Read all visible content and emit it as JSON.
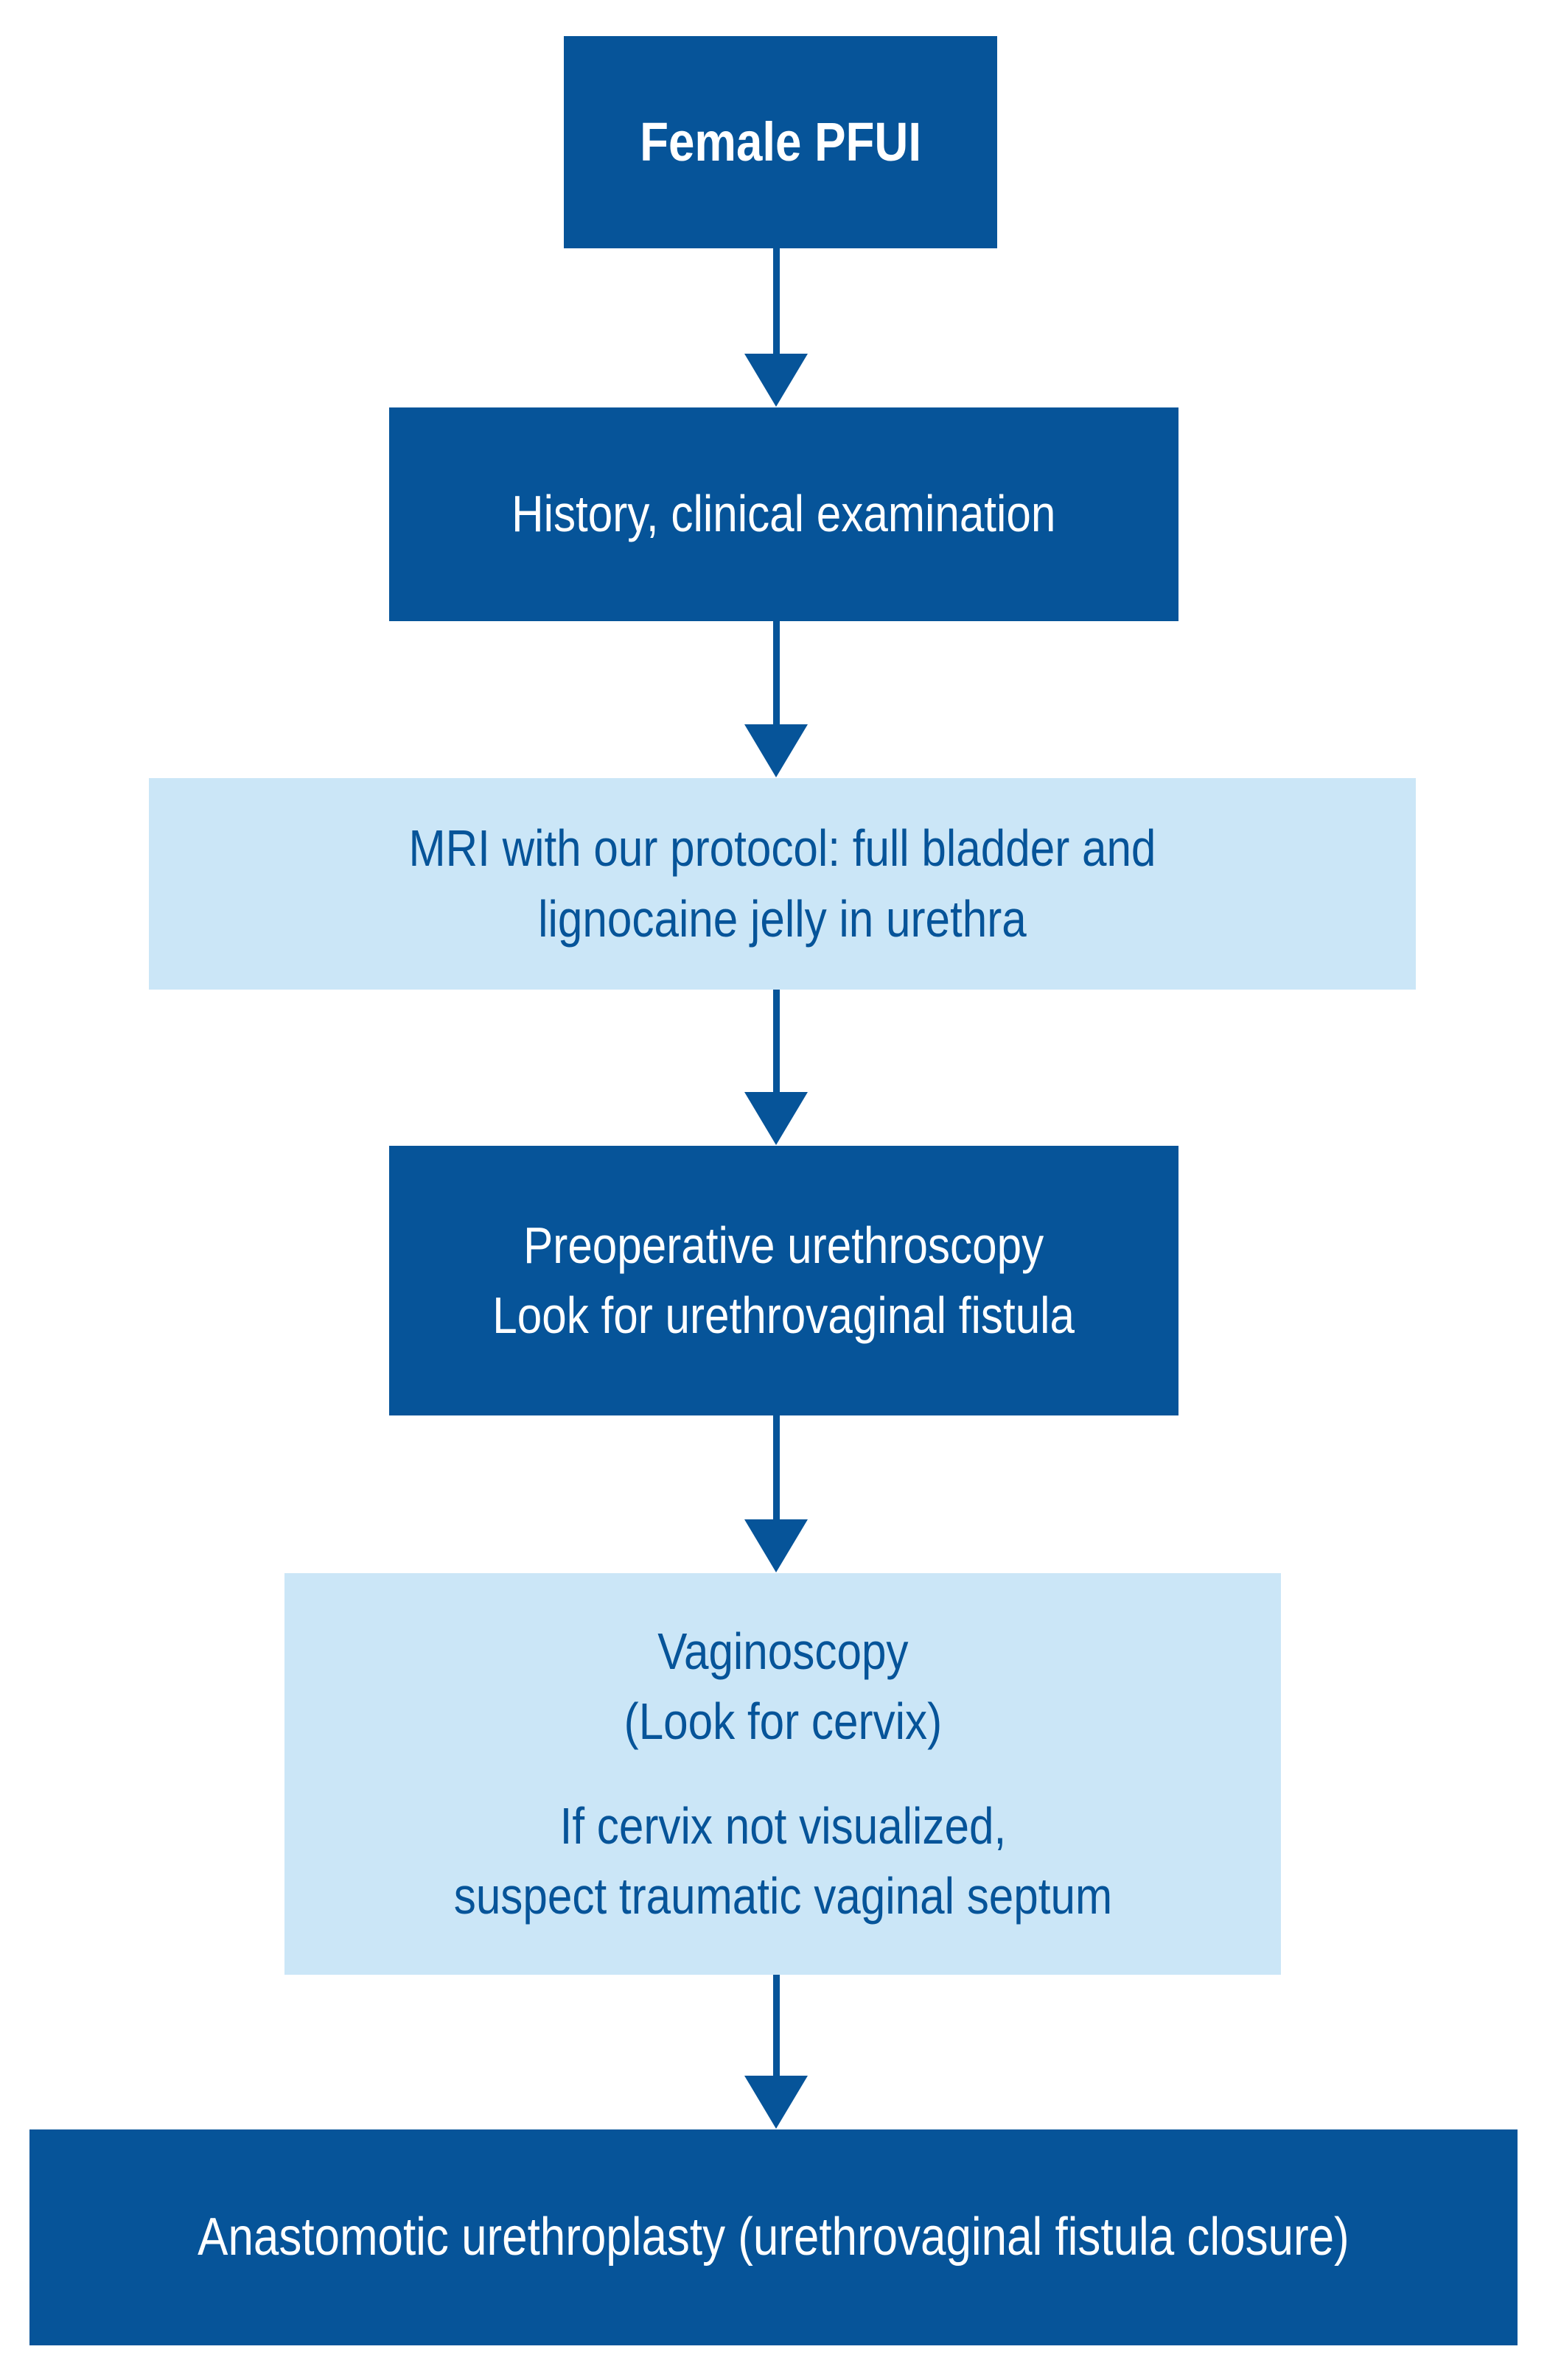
{
  "colors": {
    "dark_blue": "#065499",
    "light_blue": "#cbe6f7",
    "white": "#ffffff"
  },
  "nodes": {
    "n1": {
      "label": "Female PFUI"
    },
    "n2": {
      "label": "History, clinical examination"
    },
    "n3": {
      "line1": "MRI with our protocol: full bladder and",
      "line2": "lignocaine jelly in urethra"
    },
    "n4": {
      "line1": "Preoperative urethroscopy",
      "line2": "Look for urethrovaginal fistula"
    },
    "n5": {
      "p1_line1": "Vaginoscopy",
      "p1_line2": "(Look for cervix)",
      "p2_line1": "If cervix not visualized,",
      "p2_line2": "suspect traumatic vaginal septum"
    },
    "n6": {
      "label": "Anastomotic urethroplasty (urethrovaginal fistula closure)"
    }
  }
}
